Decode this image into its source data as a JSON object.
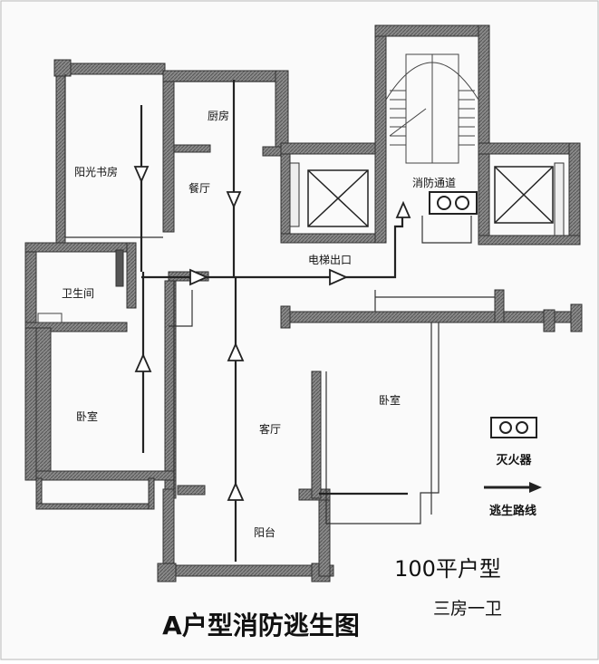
{
  "rooms": {
    "sunroom_study": "阳光书房",
    "kitchen": "厨房",
    "dining": "餐厅",
    "fire_passage": "消防通道",
    "elevator_exit": "电梯出口",
    "bathroom": "卫生间",
    "bedroom_left": "卧室",
    "bedroom_right": "卧室",
    "living": "客厅",
    "balcony": "阳台"
  },
  "legend": {
    "extinguisher": "灭火器",
    "escape_route": "逃生路线"
  },
  "info": {
    "area": "100平户型",
    "layout": "三房一卫"
  },
  "title": "A户型消防逃生图",
  "colors": {
    "wall": "#3a3a3a",
    "wall_fill": "#7a7a7a",
    "line": "#222222",
    "paper": "#fafafa"
  }
}
